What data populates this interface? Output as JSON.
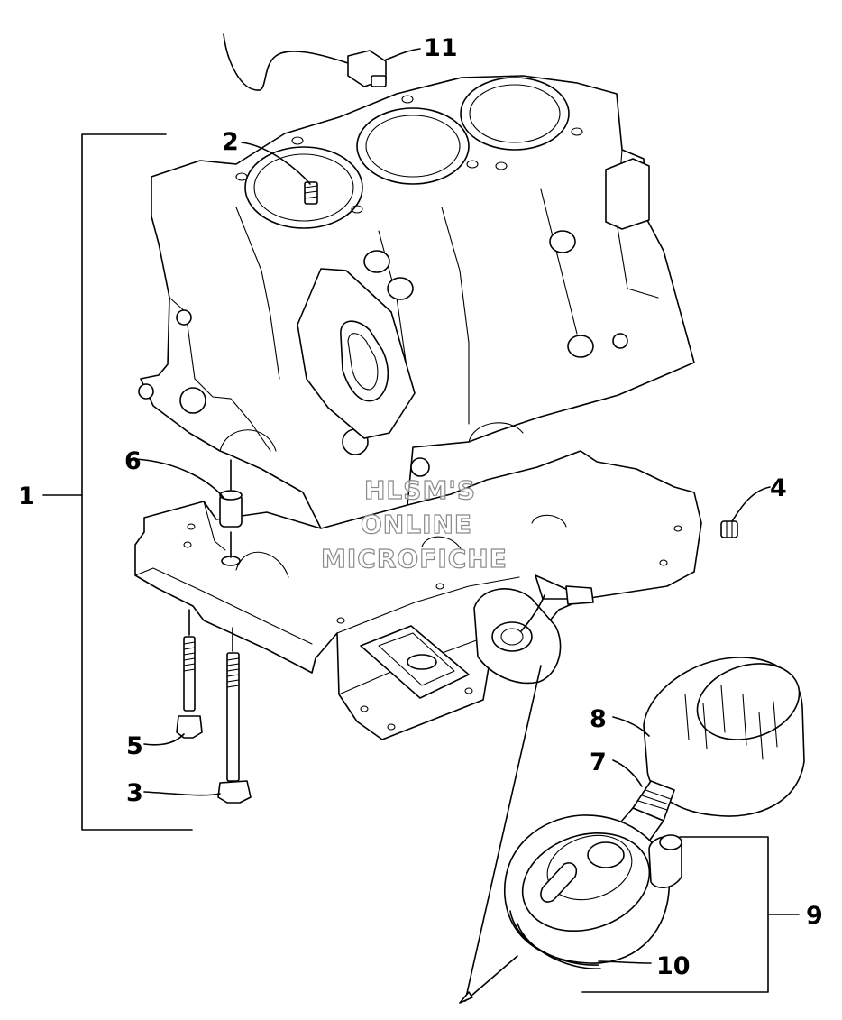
{
  "diagram": {
    "watermark": [
      "HLSM'S",
      "ONLINE",
      "MICROFICHE"
    ],
    "callouts": [
      {
        "id": "callout-1",
        "label": "1"
      },
      {
        "id": "callout-2",
        "label": "2"
      },
      {
        "id": "callout-3",
        "label": "3"
      },
      {
        "id": "callout-4",
        "label": "4"
      },
      {
        "id": "callout-5",
        "label": "5"
      },
      {
        "id": "callout-6",
        "label": "6"
      },
      {
        "id": "callout-7",
        "label": "7"
      },
      {
        "id": "callout-8",
        "label": "8"
      },
      {
        "id": "callout-9",
        "label": "9"
      },
      {
        "id": "callout-10",
        "label": "10"
      },
      {
        "id": "callout-11",
        "label": "11"
      }
    ]
  }
}
